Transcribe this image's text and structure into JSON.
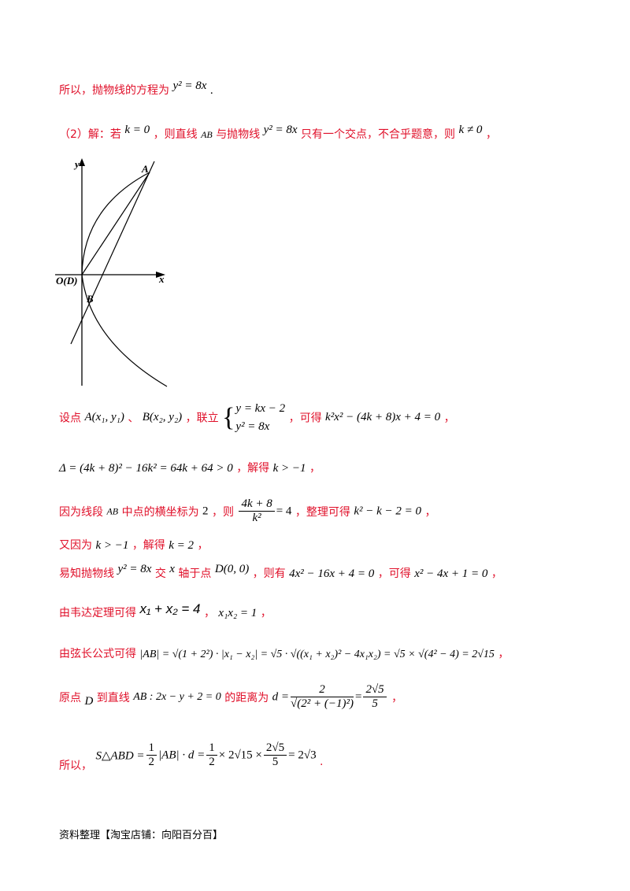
{
  "l1": {
    "t1": "所以，抛物线的方程为",
    "eq": "y² = 8x",
    "end": "."
  },
  "l2": {
    "t1": "（2）解：若",
    "k0": "k = 0",
    "t2": "，则直线",
    "ab": "AB",
    "t3": "与抛物线",
    "eq": "y² = 8x",
    "t4": "只有一个交点，不合乎题意，则",
    "kne": "k ≠ 0",
    "end": "，"
  },
  "graph": {
    "label_y": "y",
    "label_x": "x",
    "label_A": "A",
    "label_B": "B",
    "label_O": "O(D)"
  },
  "l3": {
    "t1": "设点",
    "A": "A(x₁, y₁)",
    "sep": "、",
    "B": "B(x₂, y₂)",
    "t2": "，联立",
    "s1": "y = kx − 2",
    "s2": "y² = 8x",
    "t3": "，可得",
    "eq": "k²x² − (4k + 8)x + 4 = 0",
    "end": "，"
  },
  "l4": {
    "eq": "Δ = (4k + 8)² − 16k² = 64k + 64 > 0",
    "t1": "，解得",
    "res": "k > −1",
    "end": "，"
  },
  "l5": {
    "t1": "因为线段",
    "ab": "AB",
    "t2": "中点的横坐标为",
    "two": "2",
    "t3": "，则",
    "fnum": "4k + 8",
    "fden": "k²",
    "feq": "= 4",
    "t4": "，整理可得",
    "eq": "k² − k − 2 = 0",
    "end": "，"
  },
  "l6": {
    "t1": "又因为",
    "c": "k > −1",
    "t2": "，解得",
    "r": "k = 2",
    "end": "，"
  },
  "l7": {
    "t1": "易知抛物线",
    "eq": "y² = 8x",
    "t2": "交",
    "x": "x",
    "t3": "轴于点",
    "d": "D(0, 0)",
    "t4": "，则有",
    "e1": "4x² − 16x + 4 = 0",
    "t5": "，可得",
    "e2": "x² − 4x + 1 = 0",
    "end": "，"
  },
  "l8": {
    "t1": "由韦达定理可得",
    "e1": "x₁ + x₂ = 4",
    "sep": "，",
    "e2": "x₁x₂ = 1",
    "end": "，"
  },
  "l9": {
    "t1": "由弦长公式可得",
    "eq": "|AB| = √(1 + 2²) · |x₁ − x₂| = √5 · √((x₁ + x₂)² − 4x₁x₂) = √5 × √(4² − 4) = 2√15",
    "end": "，"
  },
  "l10": {
    "t1": "原点",
    "d": "D",
    "t2": "到直线",
    "line": "AB : 2x − y + 2 = 0",
    "t3": "的距离为",
    "dv": "d =",
    "fnum": "2",
    "fden": "√(2² + (−1)²)",
    "eq2": "=",
    "f2num": "2√5",
    "f2den": "5",
    "end": "，"
  },
  "l11": {
    "t1": "所以，",
    "s": "S△ABD =",
    "fnum": "1",
    "fden": "2",
    "mid": "|AB| · d =",
    "f2num": "1",
    "f2den": "2",
    "mid2": "× 2√15 ×",
    "f3num": "2√5",
    "f3den": "5",
    "res": "= 2√3",
    "end": "."
  },
  "footer": "资料整理【淘宝店铺：向阳百分百】"
}
